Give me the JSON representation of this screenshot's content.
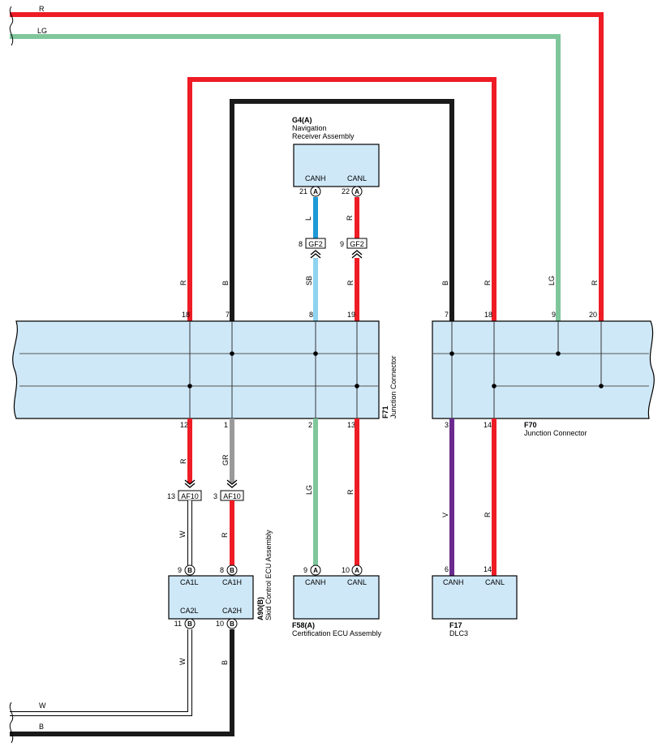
{
  "colors": {
    "R": "#ee1c25",
    "LG": "#7fc79b",
    "B": "#1a1a1a",
    "L": "#1e9ad6",
    "SB": "#8fd3f0",
    "GR": "#9a9a9a",
    "V": "#6a2a8e",
    "W": "#ffffff",
    "box_fill": "#cfe8f8"
  },
  "top_wires": {
    "r_label": "R",
    "lg_label": "LG"
  },
  "bottom_wires": {
    "w_label": "W",
    "b_label": "B"
  },
  "nav": {
    "code": "G4(A)",
    "name_line1": "Navigation",
    "name_line2": "Receiver Assembly",
    "pin_canh": "CANH",
    "pin_canl": "CANL",
    "pin_num_h": "21",
    "pin_num_l": "22",
    "pin_letter": "A",
    "wire_h": "L",
    "wire_l": "R",
    "gf_num_h": "8",
    "gf_num_l": "9",
    "gf_label": "GF2",
    "wire_h_lower": "SB",
    "wire_l_lower": "R"
  },
  "f71": {
    "code": "F71",
    "name": "Junction Connector",
    "top_pins": [
      "18",
      "7",
      "8",
      "19"
    ],
    "top_wires": [
      "R",
      "B",
      "SB",
      "R"
    ],
    "bottom_pins": [
      "12",
      "1",
      "2",
      "13"
    ],
    "bottom_wires": [
      "R",
      "GR",
      "LG",
      "R"
    ]
  },
  "f70": {
    "code": "F70",
    "name": "Junction Connector",
    "top_pins": [
      "7",
      "18",
      "9",
      "20"
    ],
    "top_wires": [
      "B",
      "R",
      "LG",
      "R"
    ],
    "bottom_pins": [
      "3",
      "14"
    ],
    "bottom_wires": [
      "V",
      "R"
    ]
  },
  "af10": {
    "label": "AF10",
    "num_left": "13",
    "num_right": "3",
    "wire_left_lower": "W",
    "wire_right_lower": "R"
  },
  "skid": {
    "code": "A90(B)",
    "name": "Skid Control ECU Assembly",
    "pin_ca1l": "CA1L",
    "pin_ca1h": "CA1H",
    "pin_ca2l": "CA2L",
    "pin_ca2h": "CA2H",
    "num_ca1l": "9",
    "num_ca1h": "8",
    "num_ca2l": "11",
    "num_ca2h": "10",
    "pin_letter": "B",
    "wire_down_left": "W",
    "wire_down_right": "B"
  },
  "cert": {
    "code": "F58(A)",
    "name": "Certification ECU Assembly",
    "pin_canh": "CANH",
    "pin_canl": "CANL",
    "num_h": "9",
    "num_l": "10",
    "pin_letter": "A"
  },
  "dlc3": {
    "code": "F17",
    "name": "DLC3",
    "pin_canh": "CANH",
    "pin_canl": "CANL",
    "num_h": "6",
    "num_l": "14"
  }
}
